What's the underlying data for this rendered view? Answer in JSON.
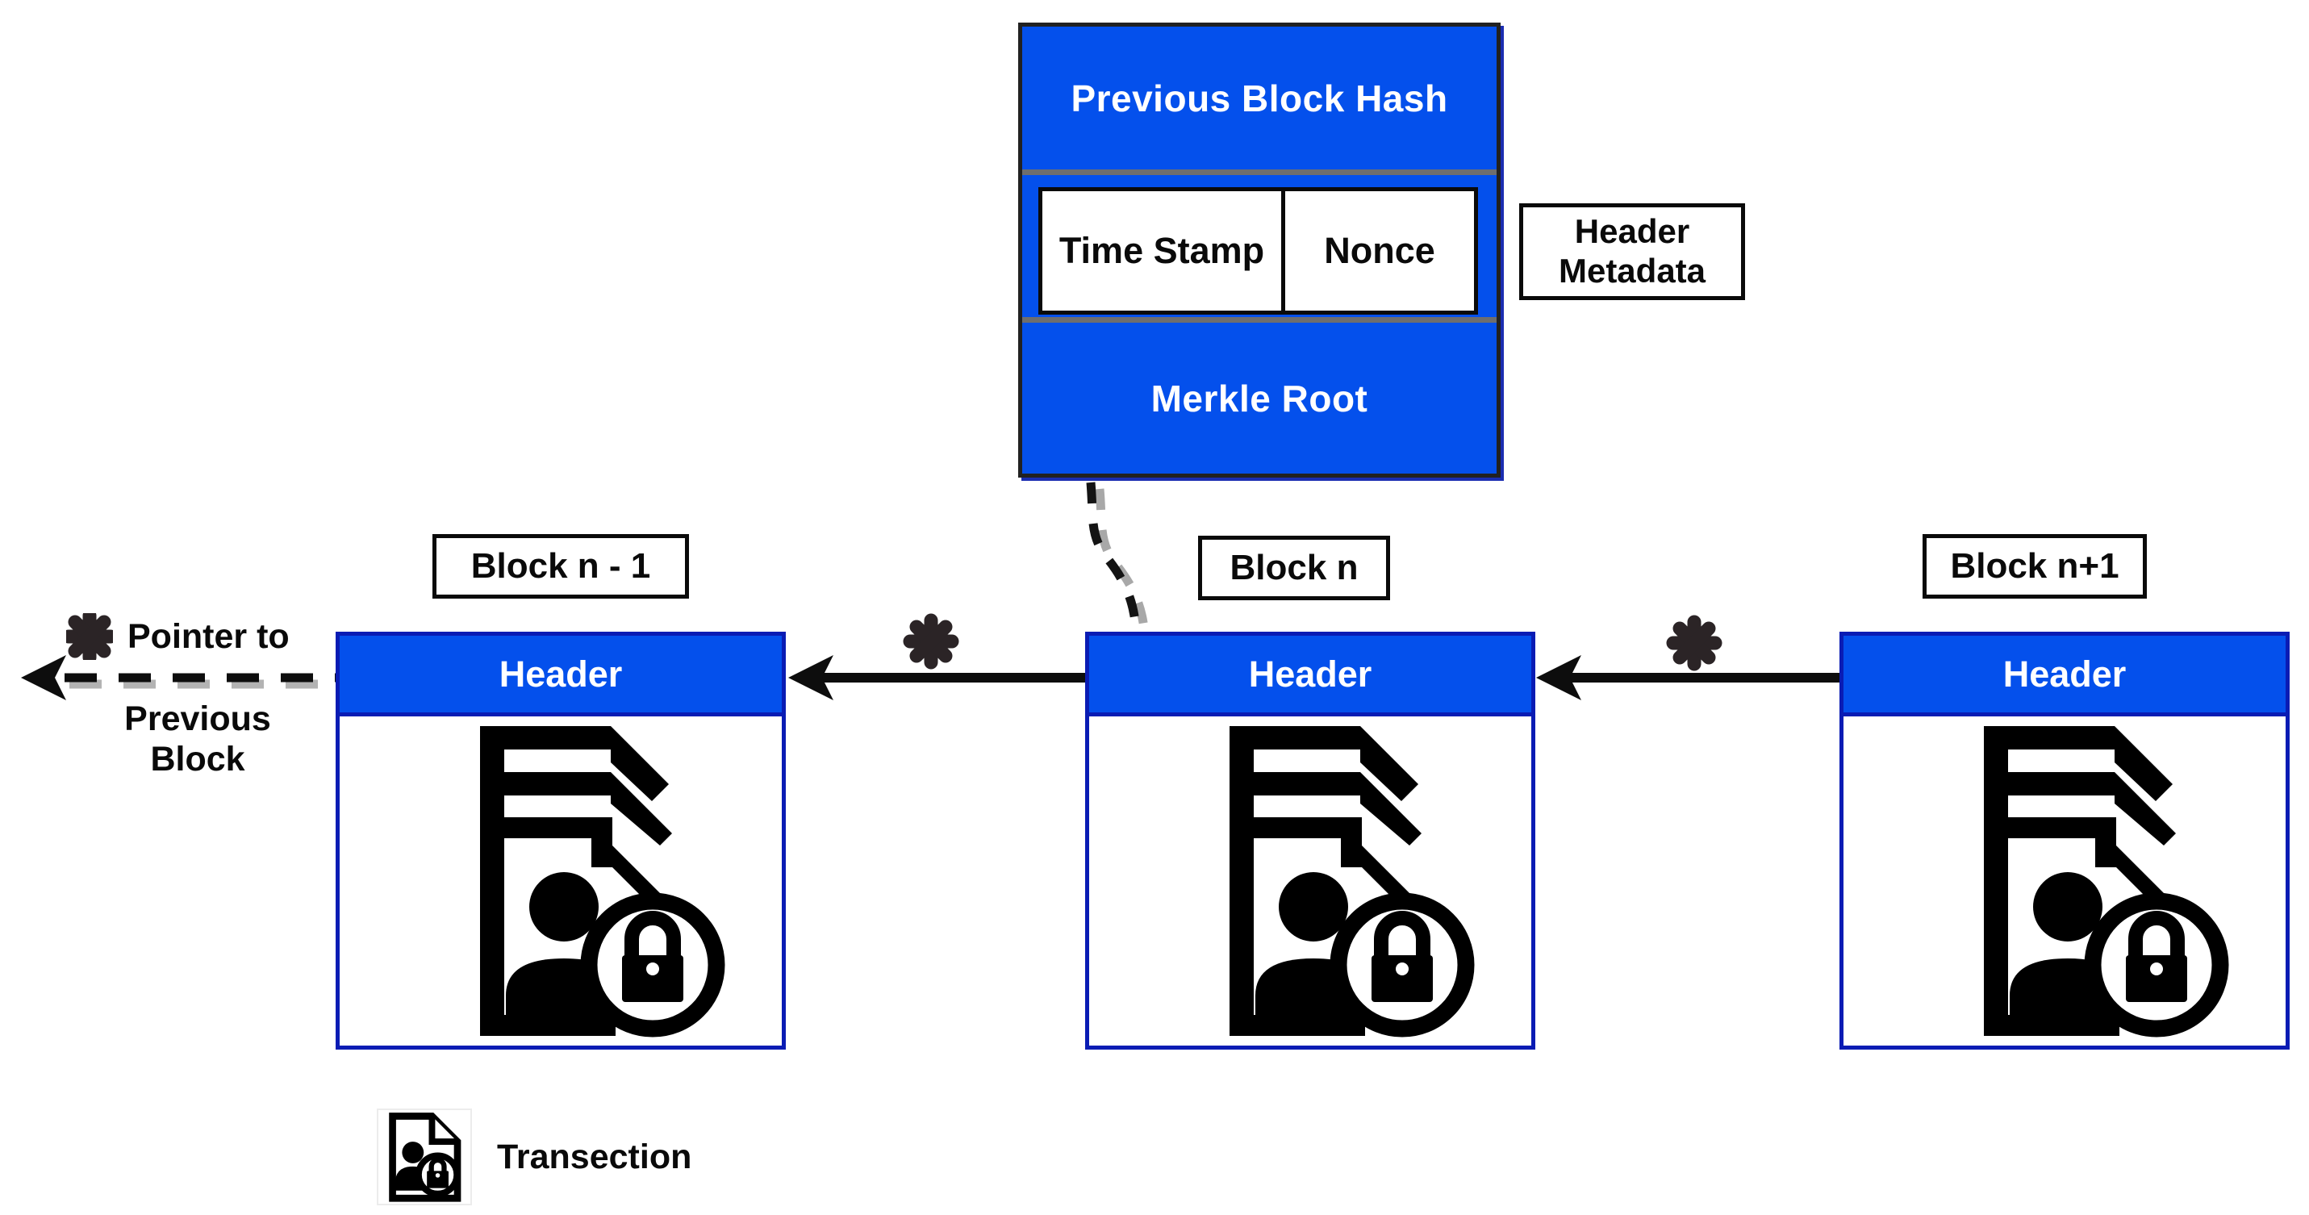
{
  "diagram": {
    "header_detail_block": {
      "previous_block_hash_label": "Previous Block Hash",
      "time_stamp_label": "Time Stamp",
      "nonce_label": "Nonce",
      "merkle_root_label": "Merkle Root"
    },
    "header_metadata_callout": {
      "line1": "Header",
      "line2": "Metadata"
    },
    "blocks": [
      {
        "label": "Block n - 1",
        "header_label": "Header"
      },
      {
        "label": "Block n",
        "header_label": "Header"
      },
      {
        "label": "Block n+1",
        "header_label": "Header"
      }
    ],
    "pointer_callout": {
      "pointer_line": "Pointer to",
      "previous_line1": "Previous",
      "previous_line2": "Block"
    },
    "legend": {
      "transaction_label": "Transection"
    },
    "colors": {
      "block_blue": "#0450ec",
      "block_border_navy": "#0a1cb4",
      "detail_border_dark": "#212121",
      "separator_gray": "#6e6e6e",
      "asterisk_dark": "#2b2426",
      "arrow_black": "#0d0d0d",
      "dash_shadow_gray": "#a8a8a8"
    }
  }
}
